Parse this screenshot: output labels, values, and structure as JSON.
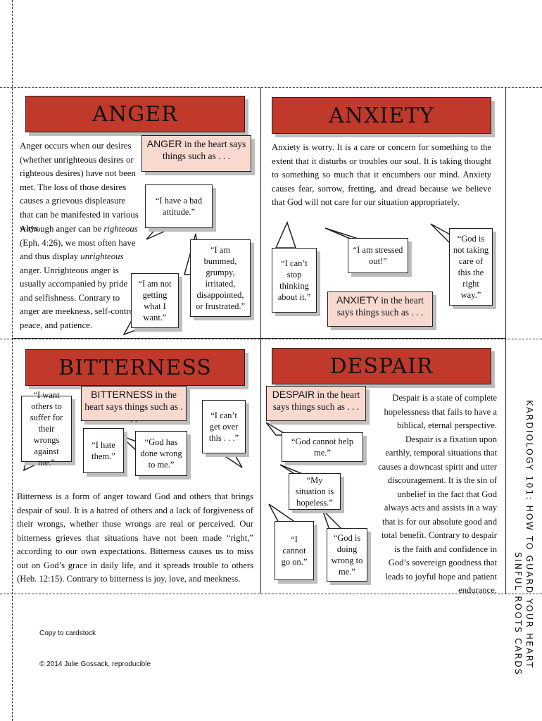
{
  "anger": {
    "title": "ANGER",
    "heart_label_bold": "ANGER",
    "heart_label_rest": " in the heart says things such as . . .",
    "paragraph_1": "Anger occurs when our desires (whether unrighteous desires or righteous desires) have not been met. The loss of those desires causes a grievous displeasure that can be manifested in various ways.",
    "paragraph_2a": "Although anger can be ",
    "paragraph_2b": "righteous",
    "paragraph_2c": " (Eph. 4:26), we most often have and thus display ",
    "paragraph_2d": "unrighteous",
    "paragraph_2e": " anger. Unrighteous anger is usually accompanied by pride and selfishness. Contrary to anger are meekness, self-control, peace, and patience.",
    "quote_1": "“I have a bad attitude.”",
    "quote_2": "“I am bummed, grumpy, irritated, disappointed, or frustrated.”",
    "quote_3": "“I am not getting what I want.”"
  },
  "anxiety": {
    "title": "ANXIETY",
    "heart_label_bold": "ANXIETY",
    "heart_label_rest": " in the heart says things such as . . .",
    "paragraph": "Anxiety is worry. It is a care or concern for something to the extent that it disturbs or troubles our soul. It is taking thought to something so much that it encumbers our mind. Anxiety causes fear, sorrow, fretting, and dread because we believe that God will not care for our situation appropriately.",
    "quote_1": "“I can’t stop thinking about it.”",
    "quote_2": "“I am stressed out!”",
    "quote_3": "“God is not taking care of this the right way.”"
  },
  "bitterness": {
    "title": "BITTERNESS",
    "heart_label_bold": "BITTERNESS",
    "heart_label_rest": " in the heart says things such as . . .",
    "paragraph": "Bitterness is a form of anger toward God and others that brings despair of soul. It is a hatred of others and a lack of forgiveness of their wrongs, whether those wrongs are real or perceived. Our bitterness grieves that situations have not been made “right,” according to our own expectations. Bitterness causes us to miss out on God’s grace in daily life, and it spreads trouble to others (Heb. 12:15). Contrary to bitterness is joy, love, and meekness.",
    "quote_1": "“I want others to suffer for their wrongs against me.”",
    "quote_2": "“I hate them.”",
    "quote_3": "“God has done wrong to me.”",
    "quote_4": "“I can’t get over this . . .”"
  },
  "despair": {
    "title": "DESPAIR",
    "heart_label_bold": "DESPAIR",
    "heart_label_rest": " in the heart says things such as . . .",
    "paragraph": "Despair is a state of complete hopelessness that fails to have a biblical, eternal perspective. Despair is a fixation upon earthly, temporal situations that causes a downcast spirit and utter discouragement. It is the sin of unbelief in the fact that God always acts and assists in a way that is for our absolute good and total benefit. Contrary to despair is the faith and confidence in God’s sovereign goodness that leads to joyful hope and patient endurance.",
    "quote_1": "“God cannot help me.”",
    "quote_2": "“My situation is hopeless.”",
    "quote_3": "“I cannot go on.”",
    "quote_4": "“God is doing wrong to me.”"
  },
  "side": {
    "line_1": "KARDIOLOGY 101: HOW TO GUARD YOUR HEART",
    "line_2": "SINFUL ROOTS CARDS"
  },
  "footer": {
    "instruction": "Copy to cardstock",
    "copyright": "© 2014 Julie Gossack, reproducible"
  },
  "colors": {
    "banner": "#c0392b",
    "label_box": "#f7d9cf",
    "shadow": "#bdbdbd"
  }
}
